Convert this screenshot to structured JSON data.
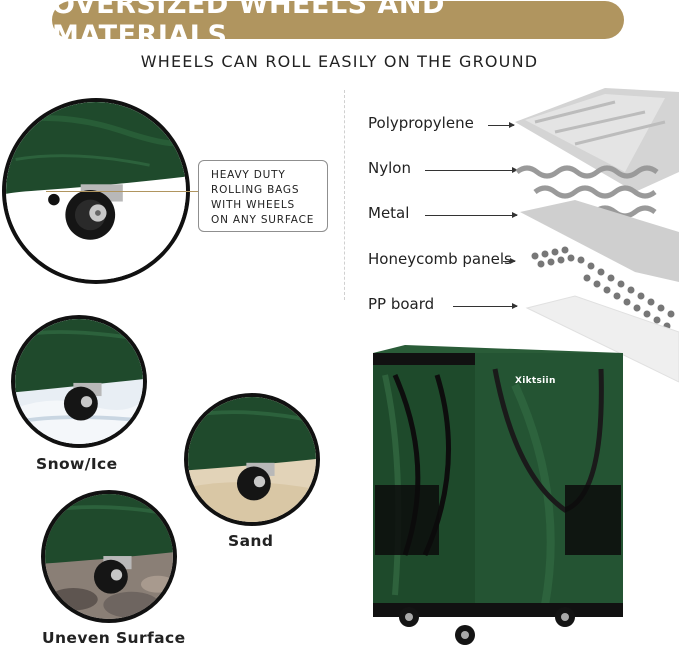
{
  "header": {
    "title": "OVERSIZED WHEELS AND MATERIALS",
    "subtitle": "WHEELS CAN ROLL EASILY ON THE GROUND"
  },
  "callout": {
    "lines": [
      "HEAVY DUTY",
      "ROLLING BAGS",
      "WITH WHEELS",
      "ON ANY SURFACE"
    ]
  },
  "surfaces": {
    "snow": "Snow/Ice",
    "sand": "Sand",
    "uneven": "Uneven Surface"
  },
  "layers": {
    "items": [
      "Polypropylene",
      "Nylon",
      "Metal",
      "Honeycomb panels",
      "PP board"
    ]
  },
  "product": {
    "brand": "Xiktsiin"
  },
  "colors": {
    "banner": "#b0955f",
    "fabric": "#1f4a2c",
    "text": "#222222"
  }
}
